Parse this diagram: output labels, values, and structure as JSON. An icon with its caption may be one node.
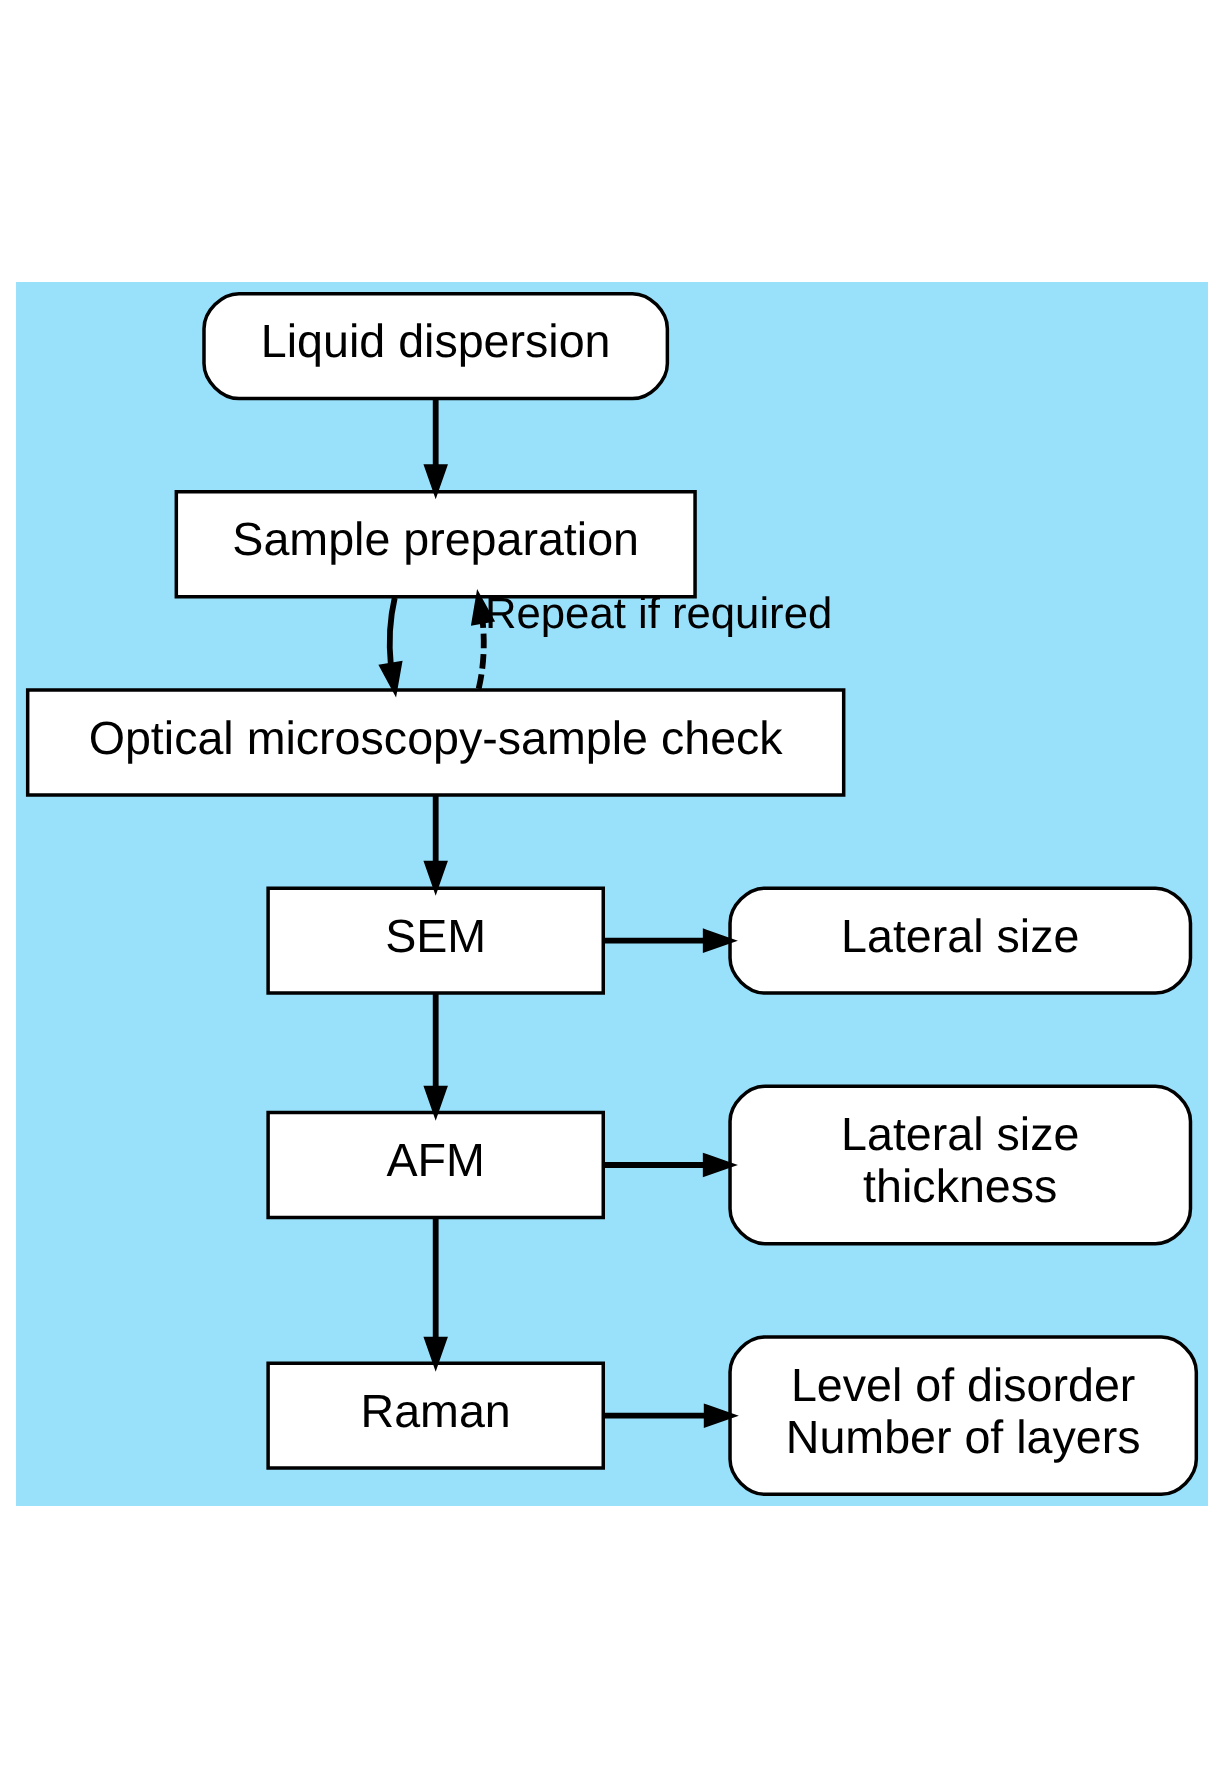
{
  "diagram": {
    "nodes": [
      {
        "text": [
          "Liquid dispersion"
        ]
      },
      {
        "text": [
          "Sample preparation"
        ]
      },
      {
        "text": [
          "Optical microscopy-sample check"
        ]
      },
      {
        "text": [
          "SEM"
        ]
      },
      {
        "text": [
          "Lateral size"
        ]
      },
      {
        "text": [
          "AFM"
        ]
      },
      {
        "text": [
          "Lateral size",
          "thickness"
        ]
      },
      {
        "text": [
          "Raman"
        ]
      },
      {
        "text": [
          "Level of disorder",
          "Number of layers"
        ]
      }
    ],
    "edges": [
      {
        "from": 0,
        "to": 1,
        "arrow": "to"
      },
      {
        "from": 1,
        "to": 2,
        "arrow": "to"
      },
      {
        "from": 2,
        "to": 1,
        "arrow": "to",
        "style": "dashed",
        "label": "Repeat if required"
      },
      {
        "from": 2,
        "to": 3,
        "arrow": "to"
      },
      {
        "from": 3,
        "to": 4,
        "arrow": "to"
      },
      {
        "from": 3,
        "to": 5,
        "arrow": "to"
      },
      {
        "from": 5,
        "to": 6,
        "arrow": "to"
      },
      {
        "from": 5,
        "to": 7,
        "arrow": "to"
      },
      {
        "from": 7,
        "to": 8,
        "arrow": "to"
      }
    ]
  }
}
